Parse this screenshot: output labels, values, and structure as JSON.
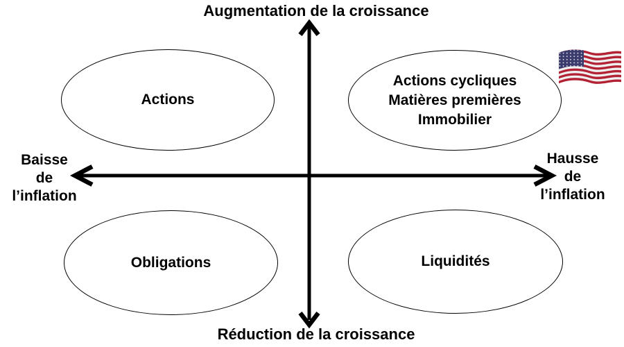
{
  "diagram": {
    "axis": {
      "top": "Augmentation de la croissance",
      "bottom": "Réduction de la croissance",
      "left": [
        "Baisse",
        "de",
        "l’inflation"
      ],
      "right": [
        "Hausse",
        "de",
        "l’inflation"
      ]
    },
    "bubbles": {
      "top_left": [
        "Actions"
      ],
      "top_right": [
        "Actions cycliques",
        "Matières premières",
        "Immobilier"
      ],
      "bottom_left": [
        "Obligations"
      ],
      "bottom_right": [
        "Liquidités"
      ]
    }
  },
  "icons": {
    "flag": "us-flag-icon",
    "arrows": [
      "up-arrowhead-icon",
      "down-arrowhead-icon",
      "left-arrowhead-icon",
      "right-arrowhead-icon"
    ]
  },
  "colors": {
    "ink": "#000000",
    "background": "#FFFFFF",
    "flag_red": "#B22234",
    "flag_white": "#EFEFEF",
    "flag_blue": "#3C3B6E"
  }
}
